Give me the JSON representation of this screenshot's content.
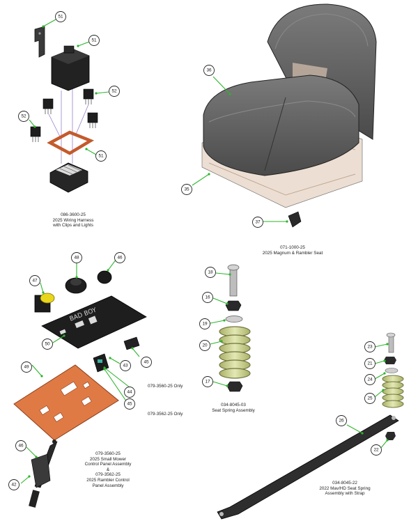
{
  "assemblies": [
    {
      "id": "harness",
      "lines": [
        "086-3600-25",
        "2025 Wiring Harness",
        "with Clips and Lights"
      ]
    },
    {
      "id": "seat",
      "lines": [
        "071-1000-25",
        "2025 Magnum & Rambler Seat"
      ]
    },
    {
      "id": "panel",
      "lines": [
        "079-3560-25",
        "2025 Small Mower",
        "Control Panel Assembly",
        "&",
        "079-3562-25",
        "2025 Rambler Control",
        "Panel Assembly"
      ]
    },
    {
      "id": "spring",
      "lines": [
        "034-8045-03",
        "Seat Spring Assembly"
      ]
    },
    {
      "id": "strap",
      "lines": [
        "034-8045-22",
        "2022 Mav/HD Seat Spring",
        "Assembly with Strap"
      ]
    }
  ],
  "notes": {
    "only_3560": "079-3560-25 Only",
    "only_3562": "079-3562-25 Only"
  },
  "panel_logo": "BAD BOY",
  "callouts": [
    "51",
    "51",
    "52",
    "52",
    "51",
    "36",
    "35",
    "37",
    "48",
    "46",
    "47",
    "50",
    "43",
    "45",
    "44",
    "45",
    "49",
    "46",
    "42",
    "18",
    "16",
    "19",
    "20",
    "17",
    "23",
    "21",
    "24",
    "25",
    "26",
    "22"
  ],
  "colors": {
    "leader": "#2bb52b",
    "orange_plate": "#e07a45",
    "spring": "#c9d08a",
    "seat": "#5a5a5a"
  }
}
